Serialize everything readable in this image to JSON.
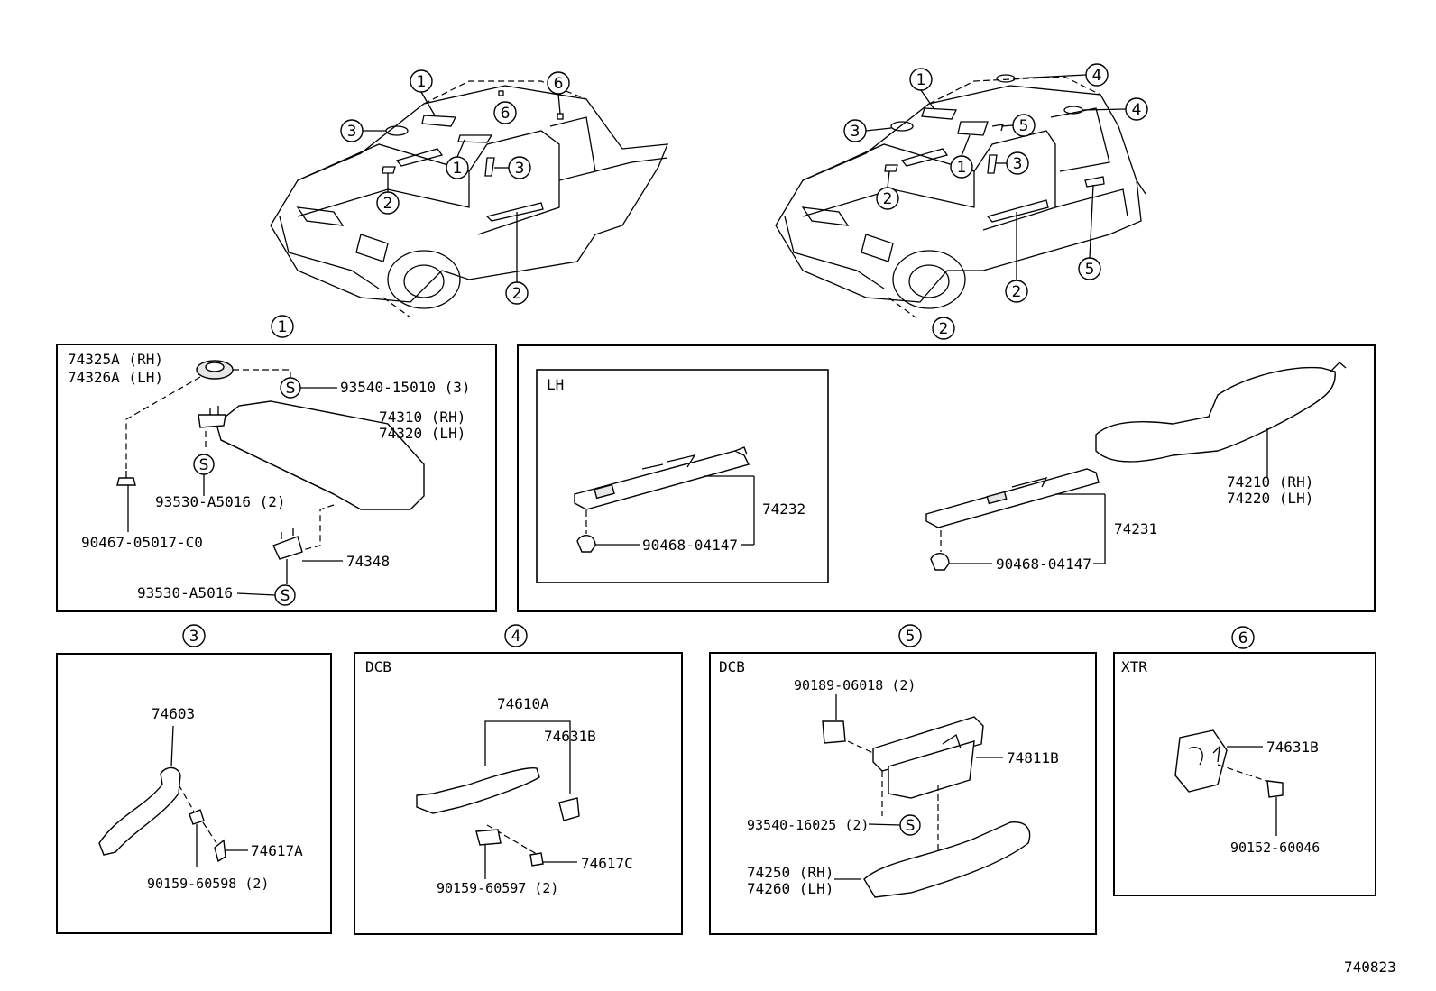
{
  "diagram_id": "740823",
  "callouts": {
    "c1": "1",
    "c2": "2",
    "c3": "3",
    "c4": "4",
    "c5": "5",
    "c6": "6"
  },
  "panel1": {
    "visor_holder_rh": "74325A (RH)",
    "visor_holder_lh": "74326A (LH)",
    "screw_top": "93540-15010 (3)",
    "visor_rh": "74310 (RH)",
    "visor_lh": "74320 (LH)",
    "screw_mid": "93530-A5016 (2)",
    "clip": "90467-05017-C0",
    "holder": "74348",
    "screw_bottom": "93530-A5016",
    "s": "S"
  },
  "panel2": {
    "lh_label": "LH",
    "lh_part": "74232",
    "lh_clip": "90468-04147",
    "rh_part": "74231",
    "rh_clip": "90468-04147",
    "grip_rh": "74210 (RH)",
    "grip_lh": "74220 (LH)"
  },
  "panel3": {
    "bracket": "74603",
    "cap": "74617A",
    "screw": "90159-60598 (2)"
  },
  "panel4": {
    "variant": "DCB",
    "grip": "74610A",
    "bracket": "74631B",
    "cap": "74617C",
    "screw": "90159-60597 (2)"
  },
  "panel5": {
    "variant": "DCB",
    "clip": "90189-06018 (2)",
    "box": "74811B",
    "screw": "93540-16025 (2)",
    "grip_rh": "74250 (RH)",
    "grip_lh": "74260 (LH)",
    "s": "S"
  },
  "panel6": {
    "variant": "XTR",
    "hook": "74631B",
    "screw": "90152-60046"
  }
}
